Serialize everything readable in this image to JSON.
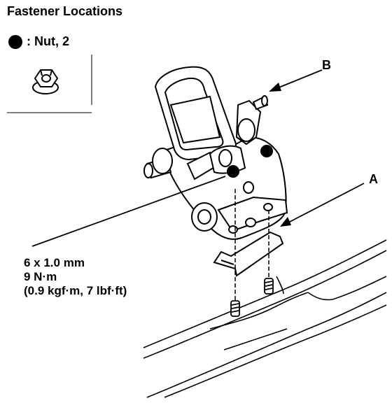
{
  "title": "Fastener Locations",
  "legend": {
    "label": ": Nut, 2",
    "icon": "black-dot-icon"
  },
  "callouts": {
    "a": "A",
    "b": "B"
  },
  "spec": {
    "line1": "6 x 1.0 mm",
    "line2": "9 N·m",
    "line3": "(0.9 kgf·m, 7 lbf·ft)"
  },
  "colors": {
    "ink": "#000000",
    "background": "#ffffff"
  }
}
